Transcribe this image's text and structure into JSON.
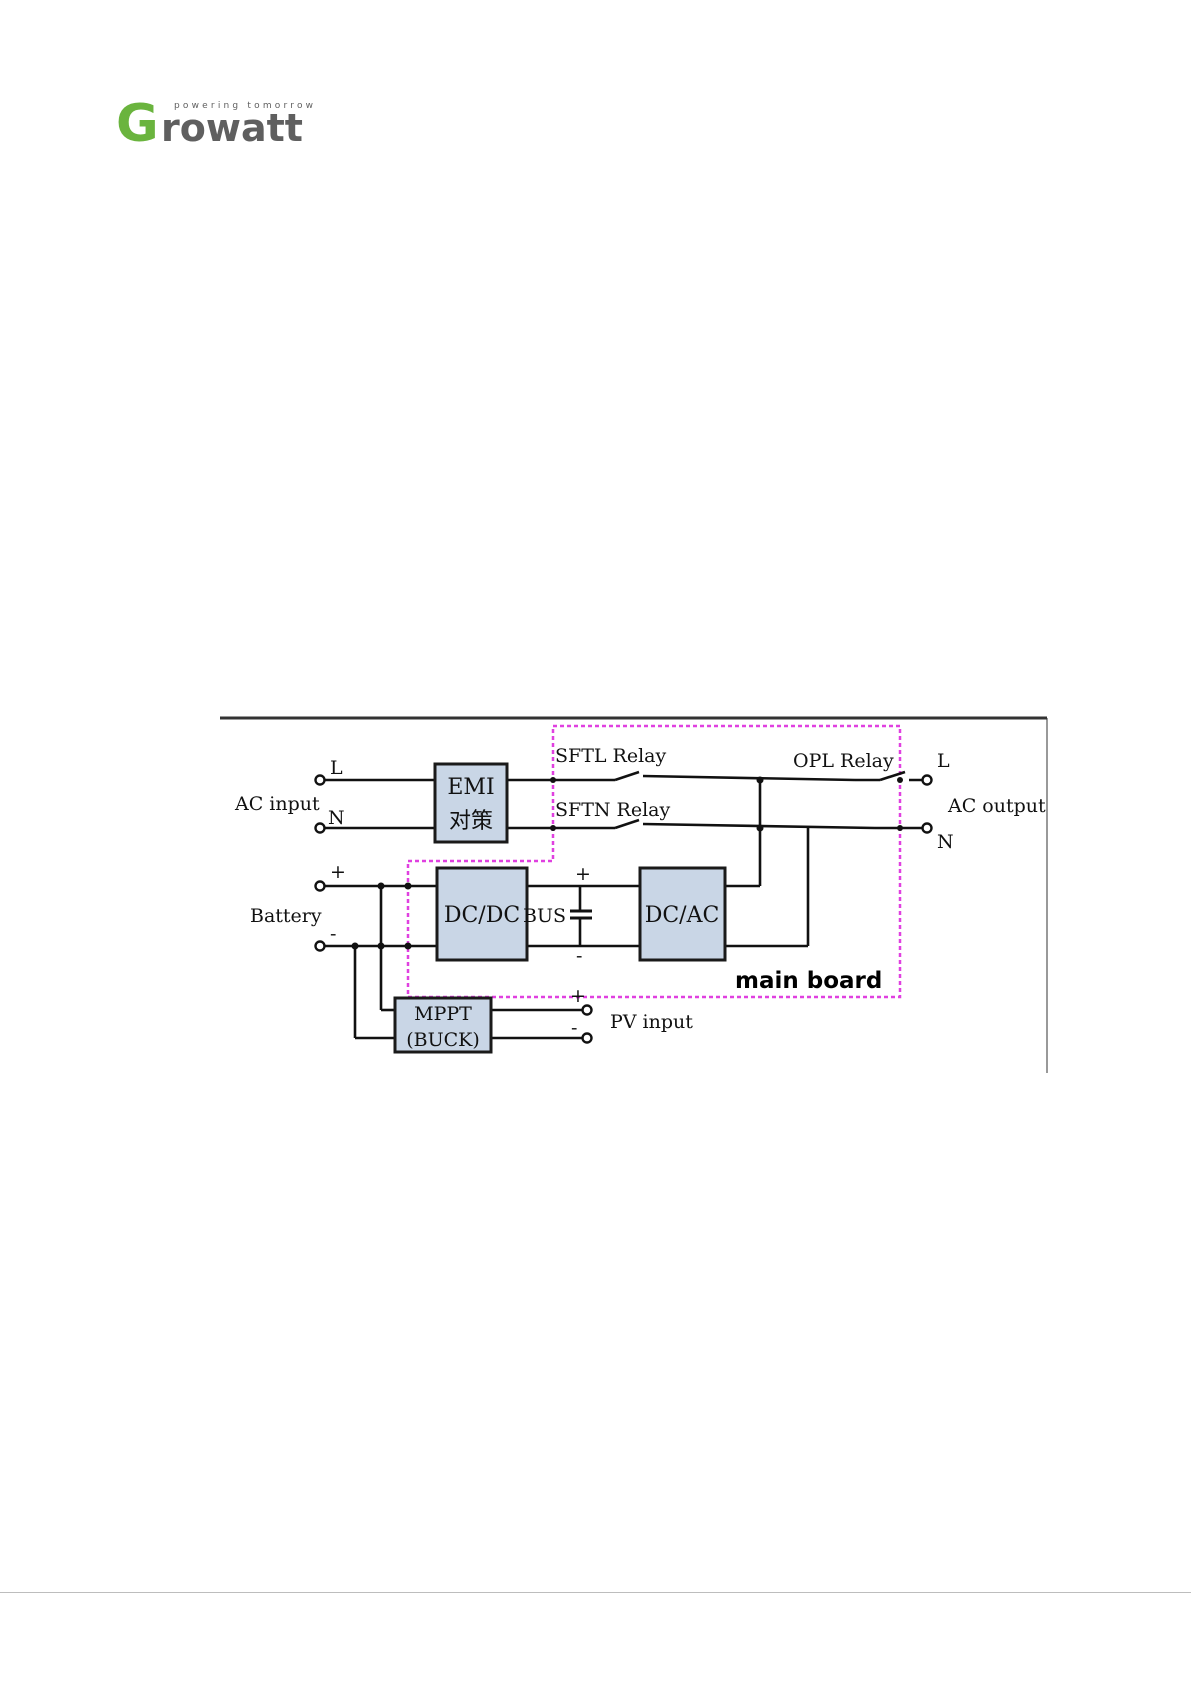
{
  "brand": {
    "logo_word": "Growatt",
    "logo_tagline": "powering tomorrow",
    "colors": {
      "green": "#6ab43e",
      "gray": "#5f5f5f"
    }
  },
  "diagram": {
    "ac_input": "AC input",
    "ac_input_l": "L",
    "ac_input_n": "N",
    "emi_line1": "EMI",
    "emi_line2": "对策",
    "sftl_relay": "SFTL Relay",
    "sftn_relay": "SFTN Relay",
    "opl_relay": "OPL Relay",
    "ac_output": "AC output",
    "ac_output_l": "L",
    "ac_output_n": "N",
    "battery": "Battery",
    "battery_plus": "+",
    "battery_minus": "-",
    "dcdc": "DC/DC",
    "bus": "BUS",
    "bus_plus": "+",
    "bus_minus": "-",
    "dcac": "DC/AC",
    "main_board": "main board",
    "mppt_line1": "MPPT",
    "mppt_line2": "(BUCK)",
    "pv_input": "PV input",
    "pv_plus": "+",
    "pv_minus": "-",
    "colors": {
      "main_board_outline": "#e040e0",
      "block_fill": "#c9d6e6"
    }
  }
}
